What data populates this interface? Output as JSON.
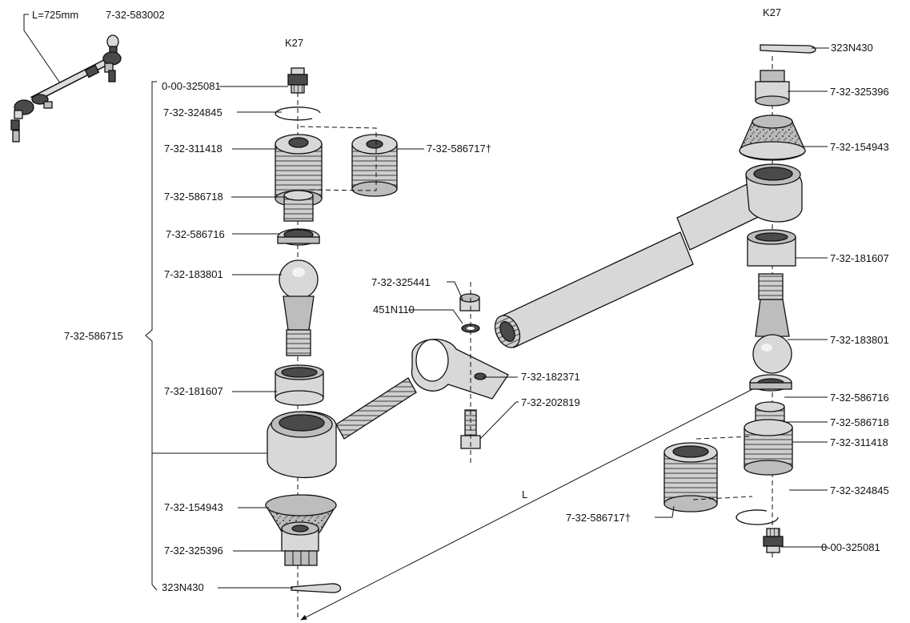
{
  "inset": {
    "length_label": "L=725mm",
    "part_number": "7-32-583002"
  },
  "left_assembly": {
    "wrench": "K27",
    "bracket_label": "7-32-586715",
    "parts": [
      "0-00-325081",
      "7-32-324845",
      "7-32-311418",
      "7-32-586717†",
      "7-32-586718",
      "7-32-586716",
      "7-32-183801",
      "7-32-181607",
      "7-32-154943",
      "7-32-325396",
      "323N430"
    ]
  },
  "center_assembly": {
    "parts": [
      "7-32-325441",
      "451N110",
      "7-32-182371",
      "7-32-202819"
    ],
    "dimension": "L"
  },
  "right_assembly": {
    "wrench": "K27",
    "parts": [
      "323N430",
      "7-32-325396",
      "7-32-154943",
      "7-32-181607",
      "7-32-183801",
      "7-32-586716",
      "7-32-586718",
      "7-32-311418",
      "7-32-324845",
      "7-32-586717†",
      "0-00-325081"
    ]
  }
}
